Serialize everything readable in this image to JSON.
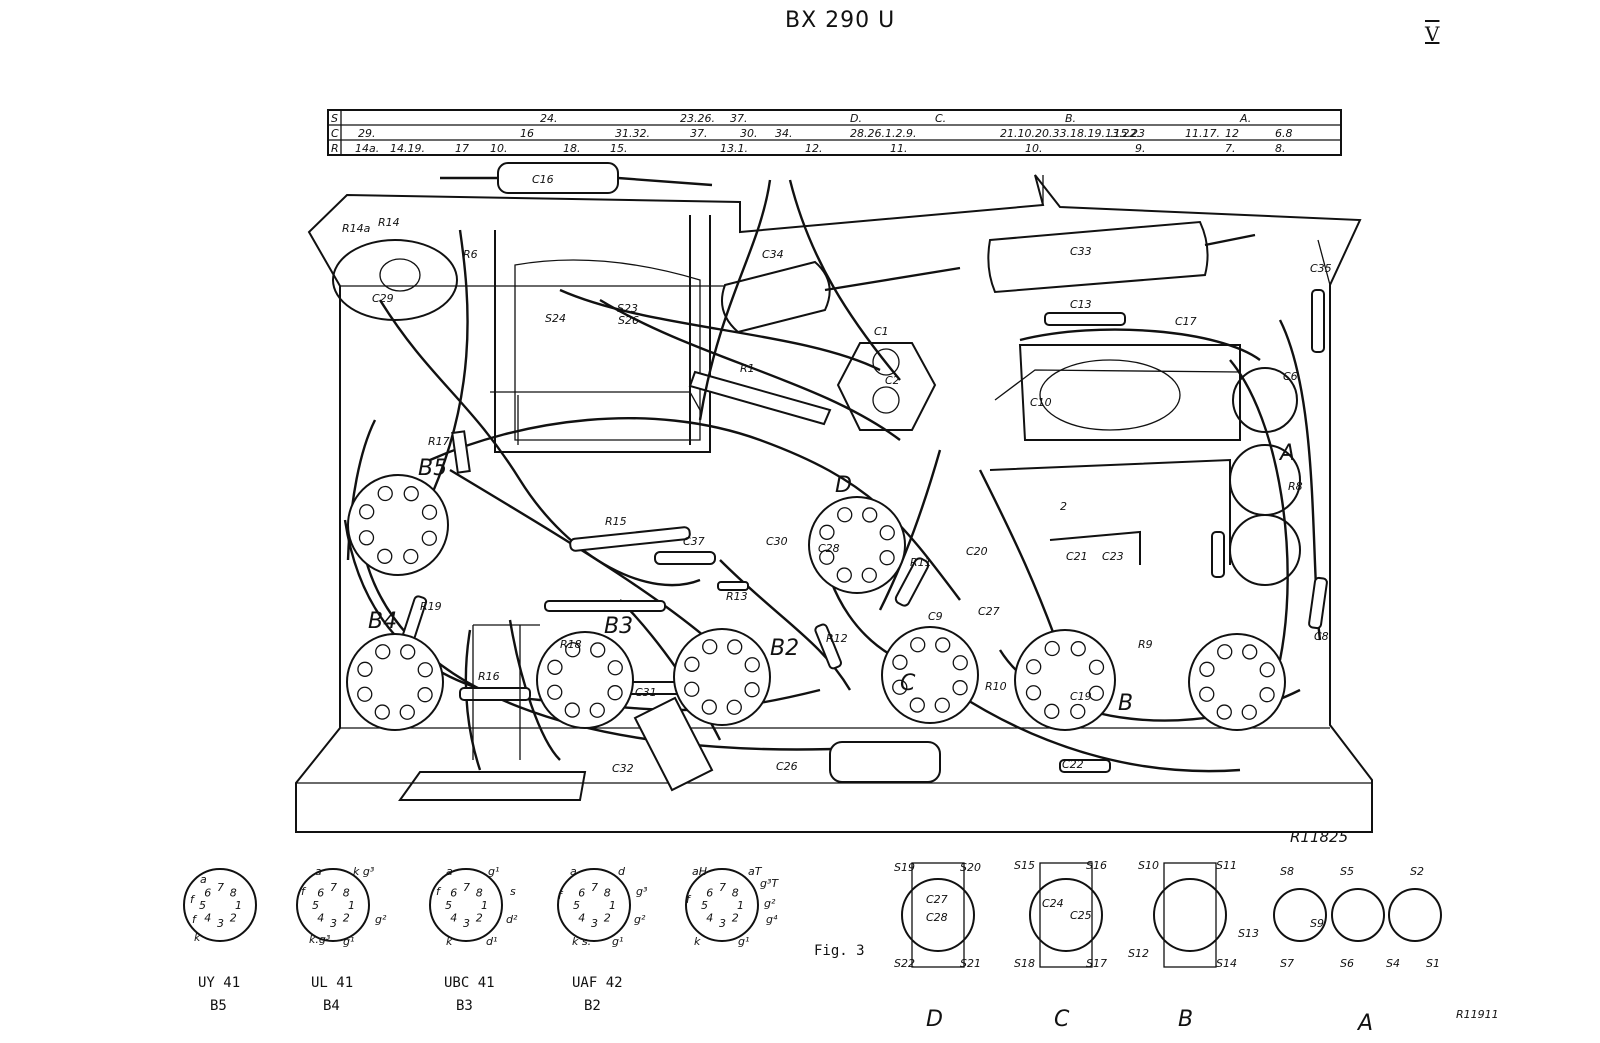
{
  "header": {
    "title": "BX 290 U",
    "page_number": "V"
  },
  "scale": {
    "rows": [
      {
        "key": "S",
        "marks": [
          "24.",
          "23.26.",
          "37.",
          "D.",
          "C.",
          "B.",
          "A."
        ]
      },
      {
        "key": "C",
        "marks": [
          "29.",
          "16",
          "31.32.",
          "37.",
          "30.",
          "34.",
          "28.26.1.2.9.",
          "21.10.20.33.18.19.13.22.",
          ".15.23",
          "11.17.",
          "12",
          "6.8"
        ]
      },
      {
        "key": "R",
        "marks": [
          "14a.",
          "14.19.",
          "17",
          "10.",
          "18.",
          "15.",
          "13.1.",
          "12.",
          "11.",
          "10.",
          "9.",
          "7.",
          "8."
        ]
      }
    ]
  },
  "chassis": {
    "drawing_ref": "R11825",
    "tubes": [
      "B5",
      "B4",
      "B3",
      "B2",
      "C",
      "D",
      "B",
      "A"
    ],
    "component_labels": [
      "C16",
      "C34",
      "C33",
      "C35",
      "C1",
      "C2",
      "C13",
      "C17",
      "R14a",
      "R14",
      "R6",
      "C29",
      "S24",
      "S23",
      "S26",
      "R1",
      "R17",
      "R15",
      "C37",
      "C30",
      "C28",
      "R11",
      "C20",
      "C23",
      "C21",
      "R13",
      "R18",
      "R19",
      "R16",
      "C31",
      "R12",
      "C9",
      "C27",
      "C19",
      "R9",
      "R10",
      "C32",
      "C26",
      "C22",
      "R8",
      "C8",
      "C6",
      "C10",
      "2"
    ]
  },
  "sockets": [
    {
      "type": "UY 41",
      "tube": "B5",
      "pin_labels": [
        "a",
        "f",
        "f",
        "k"
      ]
    },
    {
      "type": "UL 41",
      "tube": "B4",
      "pin_labels": [
        "a",
        "k g³",
        "f",
        "g²",
        "k.g³",
        "g¹"
      ]
    },
    {
      "type": "UBC 41",
      "tube": "B3",
      "pin_labels": [
        "a",
        "g¹",
        "f",
        "s",
        "d²",
        "k",
        "d¹"
      ]
    },
    {
      "type": "UAF 42",
      "tube": "B2",
      "pin_labels": [
        "a",
        "d",
        "g³",
        "f",
        "g²",
        "k s.",
        "g¹"
      ]
    },
    {
      "type": "",
      "tube": "",
      "pin_labels": [
        "aH",
        "aT",
        "g³T",
        "f",
        "g²",
        "g⁴",
        "k",
        "g¹"
      ]
    }
  ],
  "figure_label": "Fig. 3",
  "switches": [
    {
      "name": "D",
      "contacts": [
        "S19",
        "S20",
        "C27",
        "C28",
        "S22",
        "S21"
      ]
    },
    {
      "name": "C",
      "contacts": [
        "S15",
        "S16",
        "C24",
        "C25",
        "S18",
        "S17"
      ]
    },
    {
      "name": "B",
      "contacts": [
        "S10",
        "S11",
        "S13",
        "S12",
        "S14"
      ]
    },
    {
      "name": "A",
      "contacts": [
        "S8",
        "S5",
        "S2",
        "S9",
        "S7",
        "S6",
        "S4",
        "S1"
      ]
    }
  ],
  "bottom_ref": "R11911"
}
